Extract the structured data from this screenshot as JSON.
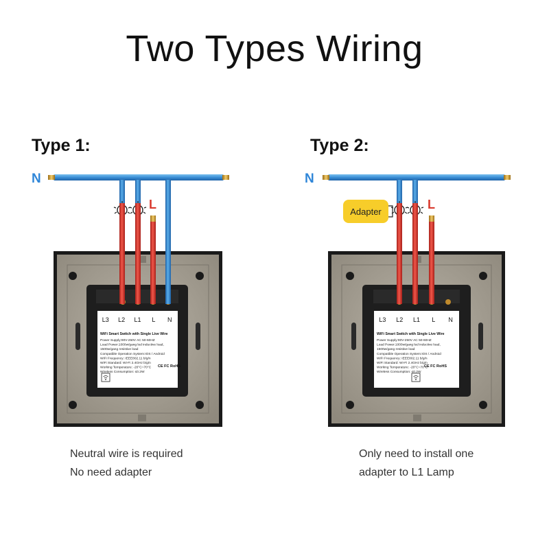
{
  "title": "Two Types Wiring",
  "type1": {
    "label": "Type 1:",
    "neutral_label": "N",
    "live_label": "L",
    "terminals": [
      "L3",
      "L2",
      "L1",
      "L",
      "N"
    ],
    "spec_title": "WiFi Smart Switch with Single Live Wire",
    "spec_lines": [
      "Power Supply:90V-250V AC  50-60HZ",
      "Load Power:1000w/gang led inductive load,",
      "1500w/gang resistive load",
      "Compatible Operation System:IOS / Android",
      "WiFi Frequency: IEEE802.11 b/g/n",
      "WiFi Standard: Wi-Fi 2.4GHz b/g/n",
      "Working Temperature: -20°C~70°C",
      "Wireless Consumption: ≤0.2W"
    ],
    "cert_marks": "CE FC RoHS",
    "caption_lines": [
      "Neutral wire is required",
      "No need adapter"
    ]
  },
  "type2": {
    "label": "Type 2:",
    "neutral_label": "N",
    "live_label": "L",
    "adapter_label": "Adapter",
    "terminals": [
      "L3",
      "L2",
      "L1",
      "L",
      "N"
    ],
    "spec_title": "WiFi Smart Switch with Single Live Wire",
    "spec_lines": [
      "Power Supply:90V-250V AC  50-60HZ",
      "Load Power:1000w/gang led inductive load,",
      "1500w/gang resistive load",
      "Compatible Operation System:IOS / Android",
      "WiFi Frequency: IEEE802.11 b/g/n",
      "WiFi Standard: Wi-Fi 2.4GHz b/g/n",
      "Working Temperature: -20°C~70°C",
      "Wireless Consumption: ≤0.2W"
    ],
    "cert_marks": "CE FC RoHS",
    "caption_lines": [
      "Only need to install one",
      "adapter to L1 Lamp"
    ]
  },
  "colors": {
    "neutral_wire": "#3a8fd6",
    "live_wire": "#d93a2e",
    "brass_tip": "#d9a437",
    "panel_frame": "#1a1a1a",
    "panel_plate": "#a8a296",
    "module_body": "#1e1e1e",
    "adapter_fill": "#f7cd2a",
    "neutral_label": "#2f86d8",
    "live_label": "#d93a2e"
  },
  "icons": {
    "lamp": "lightbulb-icon",
    "wifi_sticker": "wifi-icon"
  }
}
